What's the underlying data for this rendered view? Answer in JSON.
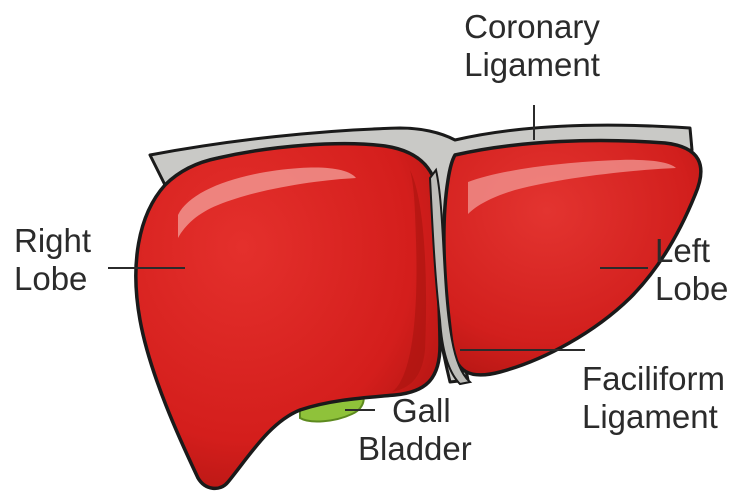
{
  "labels": {
    "coronary_ligament": [
      "Coronary",
      "Ligament"
    ],
    "right_lobe": [
      "Right",
      "Lobe"
    ],
    "left_lobe": [
      "Left",
      "Lobe"
    ],
    "faciliform_ligament": [
      "Faciliform",
      "Ligament"
    ],
    "gall_bladder": [
      "Gall",
      "Bladder"
    ]
  },
  "colors": {
    "liver_red": "#d8201f",
    "liver_dark": "#a8140f",
    "liver_highlight": "#f08a86",
    "ligament_gray": "#c9c9c6",
    "gall_green": "#8fc23a",
    "outline": "#1a1a1a",
    "label_text": "#2b2b2b"
  }
}
